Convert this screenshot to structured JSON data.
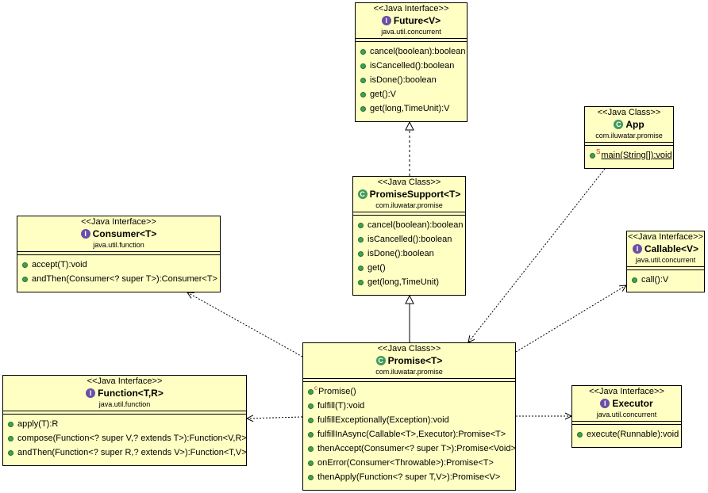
{
  "diagram": {
    "future": {
      "stereotype": "<<Java Interface>>",
      "kind_icon": "I",
      "name": "Future<V>",
      "package": "java.util.concurrent",
      "methods": [
        "cancel(boolean):boolean",
        "isCancelled():boolean",
        "isDone():boolean",
        "get():V",
        "get(long,TimeUnit):V"
      ]
    },
    "app": {
      "stereotype": "<<Java Class>>",
      "kind_icon": "C",
      "name": "App",
      "package": "com.iluwatar.promise",
      "static_mark": "S",
      "methods": [
        "main(String[]):void"
      ]
    },
    "promise_support": {
      "stereotype": "<<Java Class>>",
      "kind_icon": "C",
      "name": "PromiseSupport<T>",
      "package": "com.iluwatar.promise",
      "methods": [
        "cancel(boolean):boolean",
        "isCancelled():boolean",
        "isDone():boolean",
        "get()",
        "get(long,TimeUnit)"
      ]
    },
    "consumer": {
      "stereotype": "<<Java Interface>>",
      "kind_icon": "I",
      "name": "Consumer<T>",
      "package": "java.util.function",
      "methods": [
        "accept(T):void",
        "andThen(Consumer<? super T>):Consumer<T>"
      ]
    },
    "callable": {
      "stereotype": "<<Java Interface>>",
      "kind_icon": "I",
      "name": "Callable<V>",
      "package": "java.util.concurrent",
      "methods": [
        "call():V"
      ]
    },
    "promise": {
      "stereotype": "<<Java Class>>",
      "kind_icon": "C",
      "name": "Promise<T>",
      "package": "com.iluwatar.promise",
      "constructor_mark": "c",
      "methods": [
        "Promise()",
        "fulfill(T):void",
        "fulfillExceptionally(Exception):void",
        "fulfillInAsync(Callable<T>,Executor):Promise<T>",
        "thenAccept(Consumer<? super T>):Promise<Void>",
        "onError(Consumer<Throwable>):Promise<T>",
        "thenApply(Function<? super T,V>):Promise<V>"
      ]
    },
    "function": {
      "stereotype": "<<Java Interface>>",
      "kind_icon": "I",
      "name": "Function<T,R>",
      "package": "java.util.function",
      "methods": [
        "apply(T):R",
        "compose(Function<? super V,? extends T>):Function<V,R>",
        "andThen(Function<? super R,? extends V>):Function<T,V>"
      ]
    },
    "executor": {
      "stereotype": "<<Java Interface>>",
      "kind_icon": "I",
      "name": "Executor",
      "package": "java.util.concurrent",
      "methods": [
        "execute(Runnable):void"
      ]
    },
    "colors": {
      "box_fill": "#ffffc4",
      "interface_icon": "#6b4ea8",
      "class_icon": "#3f9a5a",
      "method_dot": "#3fa34d"
    },
    "relations": [
      {
        "from": "promise_support",
        "to": "future",
        "kind": "realization"
      },
      {
        "from": "promise",
        "to": "promise_support",
        "kind": "generalization"
      },
      {
        "from": "promise",
        "to": "consumer",
        "kind": "dependency"
      },
      {
        "from": "promise",
        "to": "function",
        "kind": "dependency"
      },
      {
        "from": "promise",
        "to": "callable",
        "kind": "dependency"
      },
      {
        "from": "promise",
        "to": "executor",
        "kind": "dependency"
      },
      {
        "from": "app",
        "to": "promise",
        "kind": "dependency"
      }
    ]
  }
}
